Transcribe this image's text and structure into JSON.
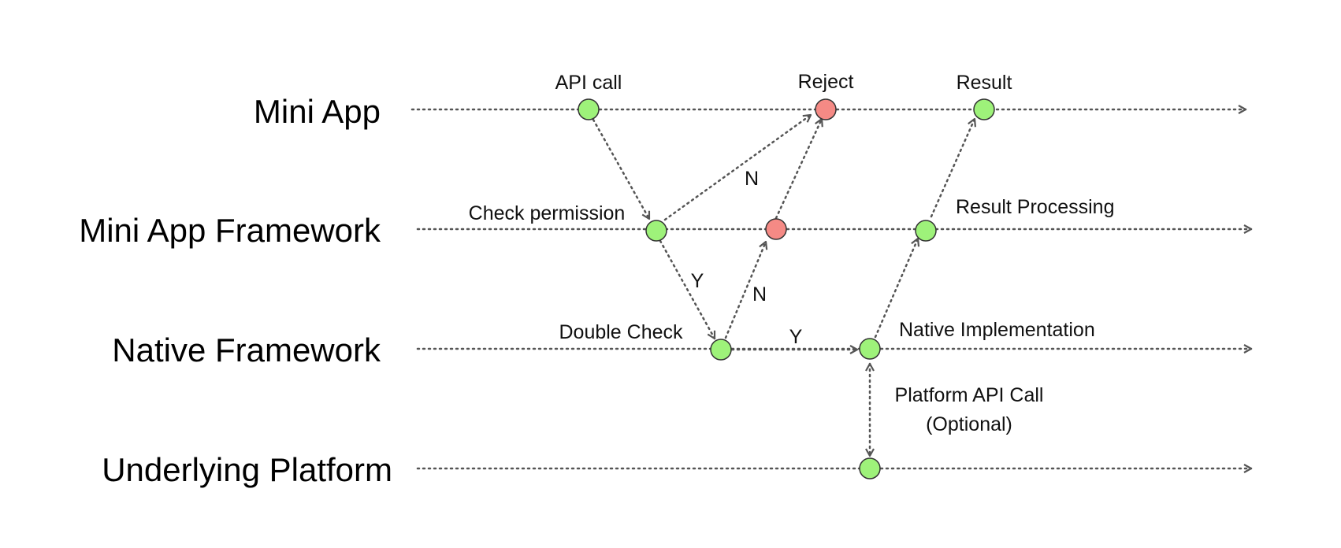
{
  "lanes": [
    {
      "id": "mini-app",
      "label": "Mini App"
    },
    {
      "id": "framework",
      "label": "Mini App Framework"
    },
    {
      "id": "native",
      "label": "Native Framework"
    },
    {
      "id": "platform",
      "label": "Underlying Platform"
    }
  ],
  "nodes": {
    "api_call": {
      "label": "API call",
      "status": "ok"
    },
    "reject": {
      "label": "Reject",
      "status": "reject"
    },
    "result": {
      "label": "Result",
      "status": "ok"
    },
    "check_permission": {
      "label": "Check permission",
      "status": "ok"
    },
    "framework_reject": {
      "label": "",
      "status": "reject"
    },
    "result_processing": {
      "label": "Result Processing",
      "status": "ok"
    },
    "double_check": {
      "label": "Double Check",
      "status": "ok"
    },
    "native_implementation": {
      "label": "Native Implementation",
      "status": "ok"
    },
    "platform_call": {
      "label": "",
      "status": "ok"
    }
  },
  "edges": {
    "check_to_reject": {
      "label": "N"
    },
    "check_to_double": {
      "label": "Y"
    },
    "double_to_framework_reject": {
      "label": "N"
    },
    "double_to_native": {
      "label": "Y"
    },
    "platform_api_call": {
      "label_line1": "Platform API Call",
      "label_line2": "(Optional)"
    }
  },
  "colors": {
    "ok_fill": "#9ef27a",
    "reject_fill": "#f58a85",
    "node_stroke": "#333333",
    "edge": "#555555"
  }
}
